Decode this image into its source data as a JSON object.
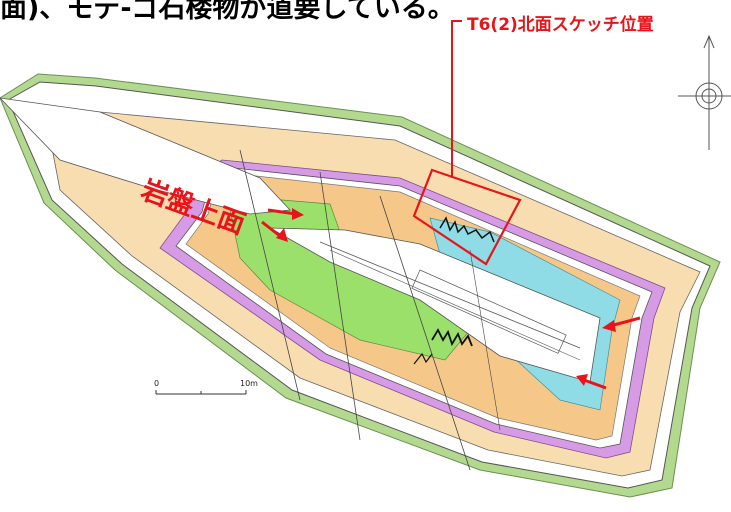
{
  "header": {
    "text": "面)、モデ-ゴ石楼物が道要している。"
  },
  "annotations": {
    "sketch_location": "T6(2)北面スケッチ位置",
    "rock_surface": "岩盤上面"
  },
  "scale_bar": {
    "start_label": "0",
    "end_label": "10m"
  },
  "icons": {
    "north_arrow": "north-arrow-icon"
  },
  "colors": {
    "accent_red": "#e8141a",
    "green_band": "#a9d68a",
    "orange_band": "#f5c88a",
    "purple_band": "#d79be6",
    "cyan_band": "#8fdce6",
    "lime_band": "#9be06a",
    "beige_band": "#fbe3b8"
  }
}
